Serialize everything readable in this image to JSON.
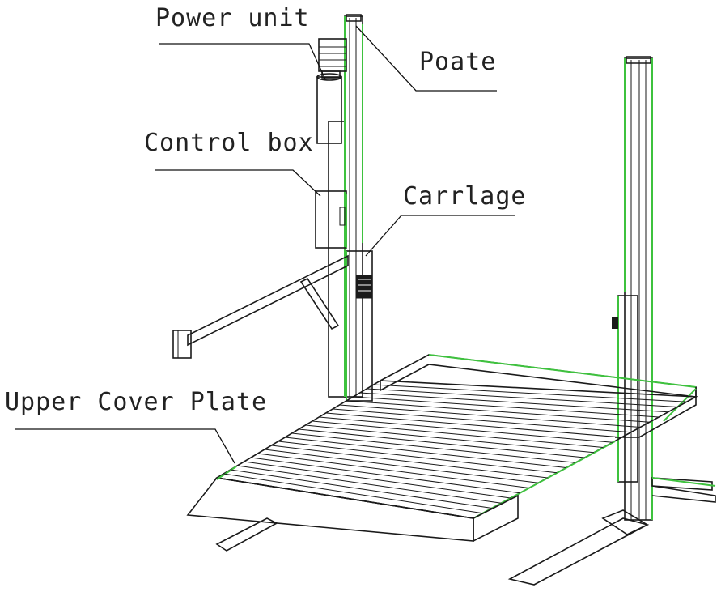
{
  "labels": {
    "power_unit": "Power unit",
    "post": "Poate",
    "control_box": "Control box",
    "carriage": "Carrlage",
    "upper_cover_plate": "Upper Cover Plate"
  },
  "colors": {
    "line": "#1a1a1a",
    "accent_green": "#3ec23e",
    "background": "#ffffff"
  }
}
